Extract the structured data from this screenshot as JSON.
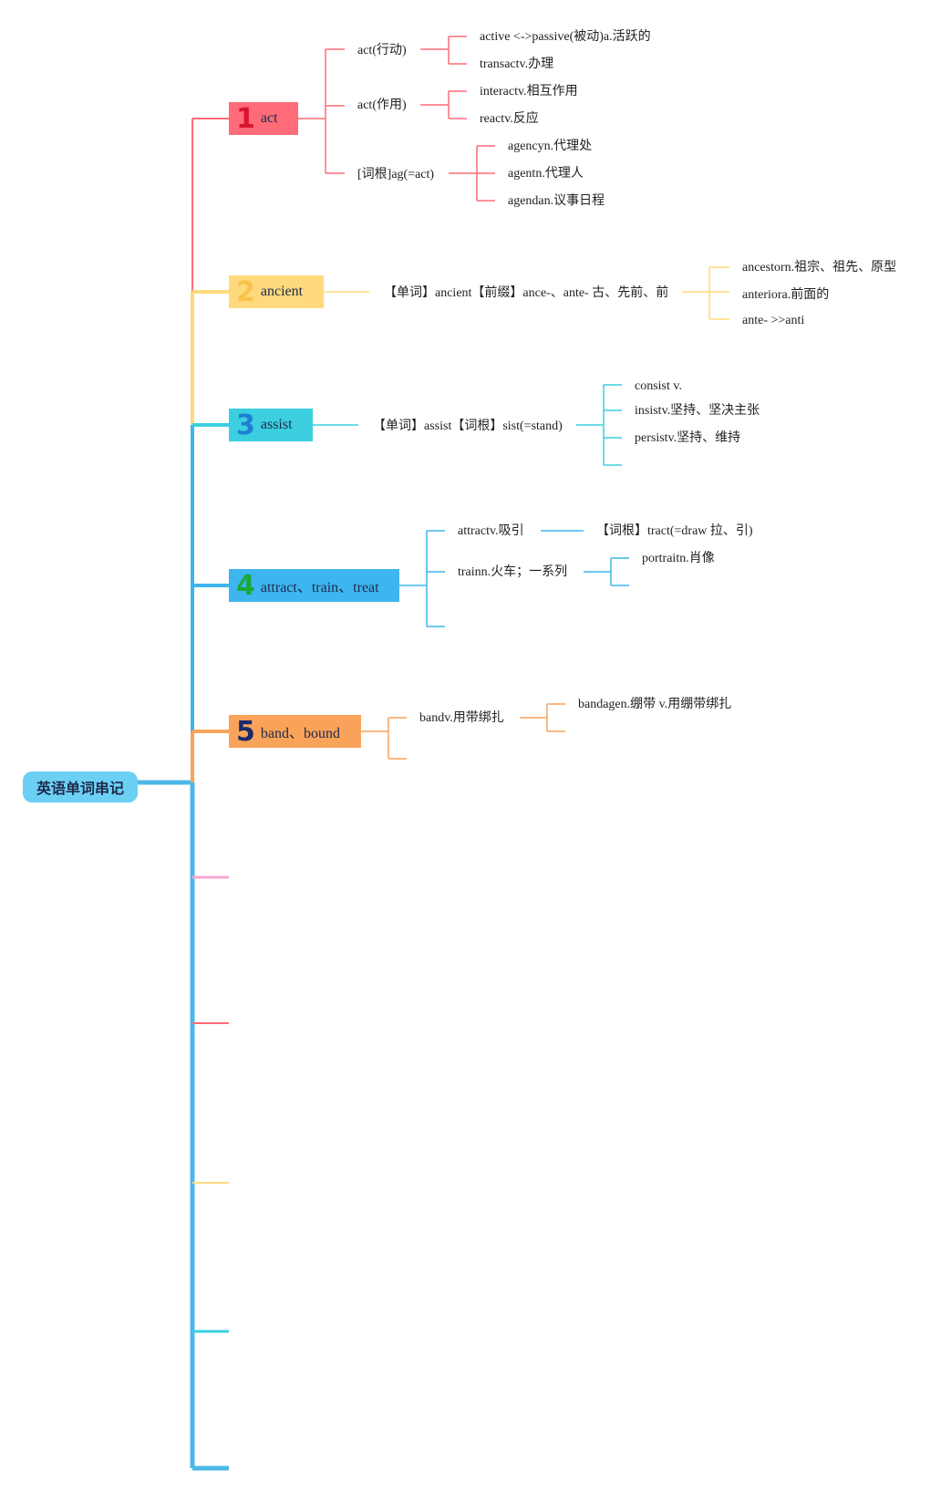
{
  "root": {
    "label": "英语单词串记"
  },
  "colors": {
    "trunk": "#4db8e8",
    "t1": "#ff6b78",
    "t2": "#ffd97d",
    "t3": "#3ccfe0",
    "t4": "#3db5ef",
    "t5": "#f9a35a",
    "pink": "#f7a8d4"
  },
  "topics": [
    {
      "num": "1",
      "label": "act",
      "children": [
        {
          "label": "act(行动)",
          "children": [
            "active <->passive(被动)a.活跃的",
            "transactv.办理"
          ]
        },
        {
          "label": "act(作用)",
          "children": [
            "interactv.相互作用",
            "reactv.反应"
          ]
        },
        {
          "label": "[词根]ag(=act)",
          "children": [
            "agencyn.代理处",
            "agentn.代理人",
            "agendan.议事日程"
          ]
        }
      ]
    },
    {
      "num": "2",
      "label": "ancient",
      "children": [
        {
          "label": "【单词】ancient【前缀】ance-、ante- 古、先前、前",
          "children": [
            "ancestorn.祖宗、祖先、原型",
            "anteriora.前面的",
            "ante- >>anti"
          ]
        }
      ]
    },
    {
      "num": "3",
      "label": "assist",
      "children": [
        {
          "label": "【单词】assist【词根】sist(=stand)",
          "children": [
            "consist  v.",
            "insistv.坚持、坚决主张",
            "persistv.坚持、维持"
          ]
        }
      ]
    },
    {
      "num": "4",
      "label": "attract、train、treat",
      "children": [
        {
          "label": "attractv.吸引",
          "children": [
            "【词根】tract(=draw 拉、引)"
          ]
        },
        {
          "label": "trainn.火车；一系列",
          "children": [
            "portraitn.肖像"
          ]
        }
      ]
    },
    {
      "num": "5",
      "label": "band、bound",
      "children": [
        {
          "label": "bandv.用带绑扎",
          "children": [
            "bandagen.绷带 v.用绷带绑扎"
          ]
        }
      ]
    }
  ]
}
